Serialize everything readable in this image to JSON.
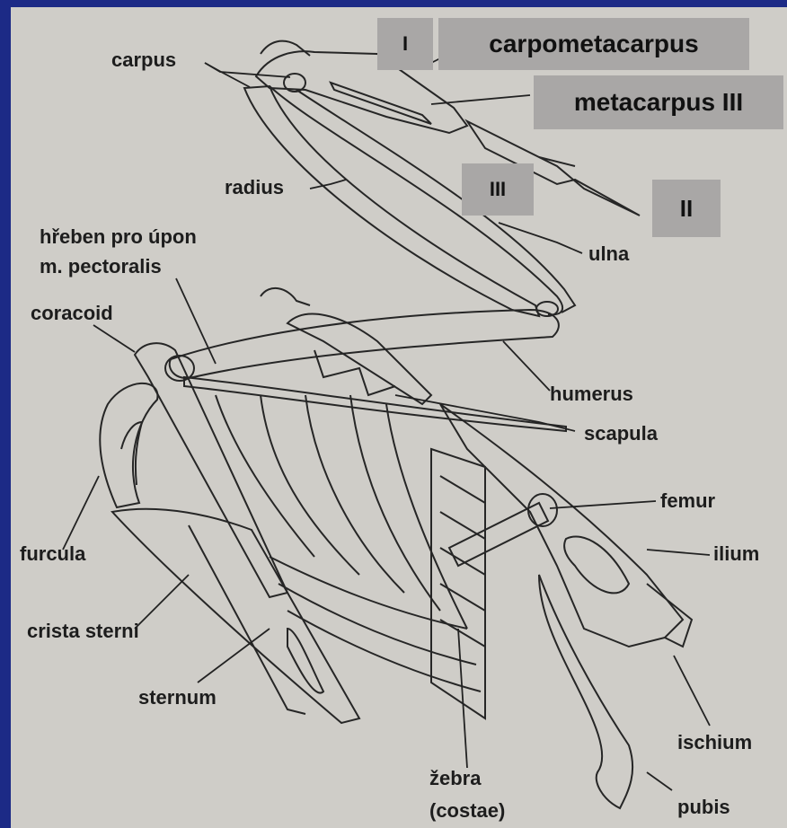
{
  "colors": {
    "slide_background": "#1c2a86",
    "scan_background": "#cfcdc8",
    "label_box": "#a9a7a6",
    "ink": "#222222"
  },
  "labels": {
    "carpus": "carpus",
    "radius": "radius",
    "hreben_line1": "hřeben pro úpon",
    "hreben_line2": "m. pectoralis",
    "coracoid": "coracoid",
    "furcula": "furcula",
    "crista_sterni": "crista sterni",
    "sternum": "sternum",
    "zebra": "žebra",
    "costae": "(costae)",
    "ulna": "ulna",
    "humerus": "humerus",
    "scapula": "scapula",
    "femur": "femur",
    "ilium": "ilium",
    "ischium": "ischium",
    "pubis": "pubis"
  },
  "boxes": {
    "digit_I": "I",
    "carpometacarpus": "carpometacarpus",
    "metacarpus_III": "metacarpus III",
    "digit_III": "III",
    "digit_II": "II"
  }
}
